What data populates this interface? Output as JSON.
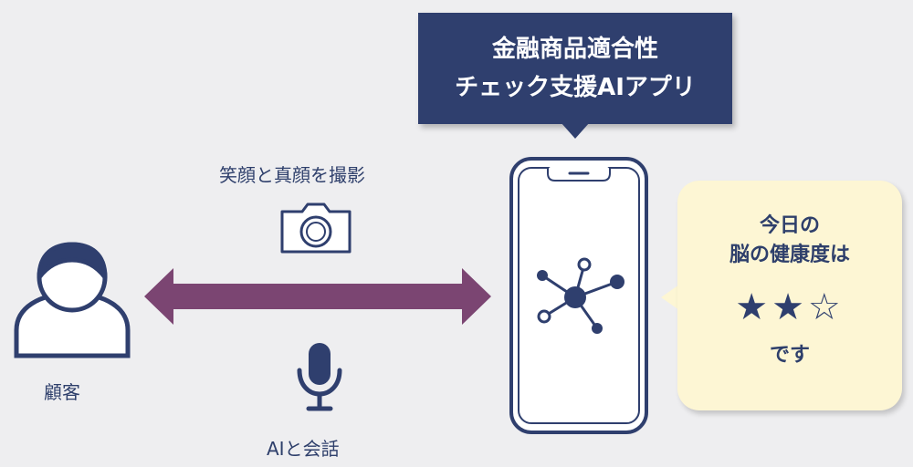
{
  "title": {
    "line1": "金融商品適合性",
    "line2": "チェック支援AIアプリ"
  },
  "labels": {
    "photo": "笑顔と真顔を撮影",
    "customer": "顧客",
    "chat": "AIと会話"
  },
  "bubble": {
    "line1": "今日の",
    "line2": "脳の健康度は",
    "stars": "★★☆",
    "line4": "です"
  },
  "colors": {
    "navy": "#2f3f6e",
    "arrow": "#7b4572",
    "bubble": "#fdf6d4",
    "background": "#eeeef0"
  },
  "icons": [
    "person-icon",
    "camera-icon",
    "microphone-icon",
    "smartphone-icon",
    "network-icon",
    "double-arrow-icon"
  ]
}
